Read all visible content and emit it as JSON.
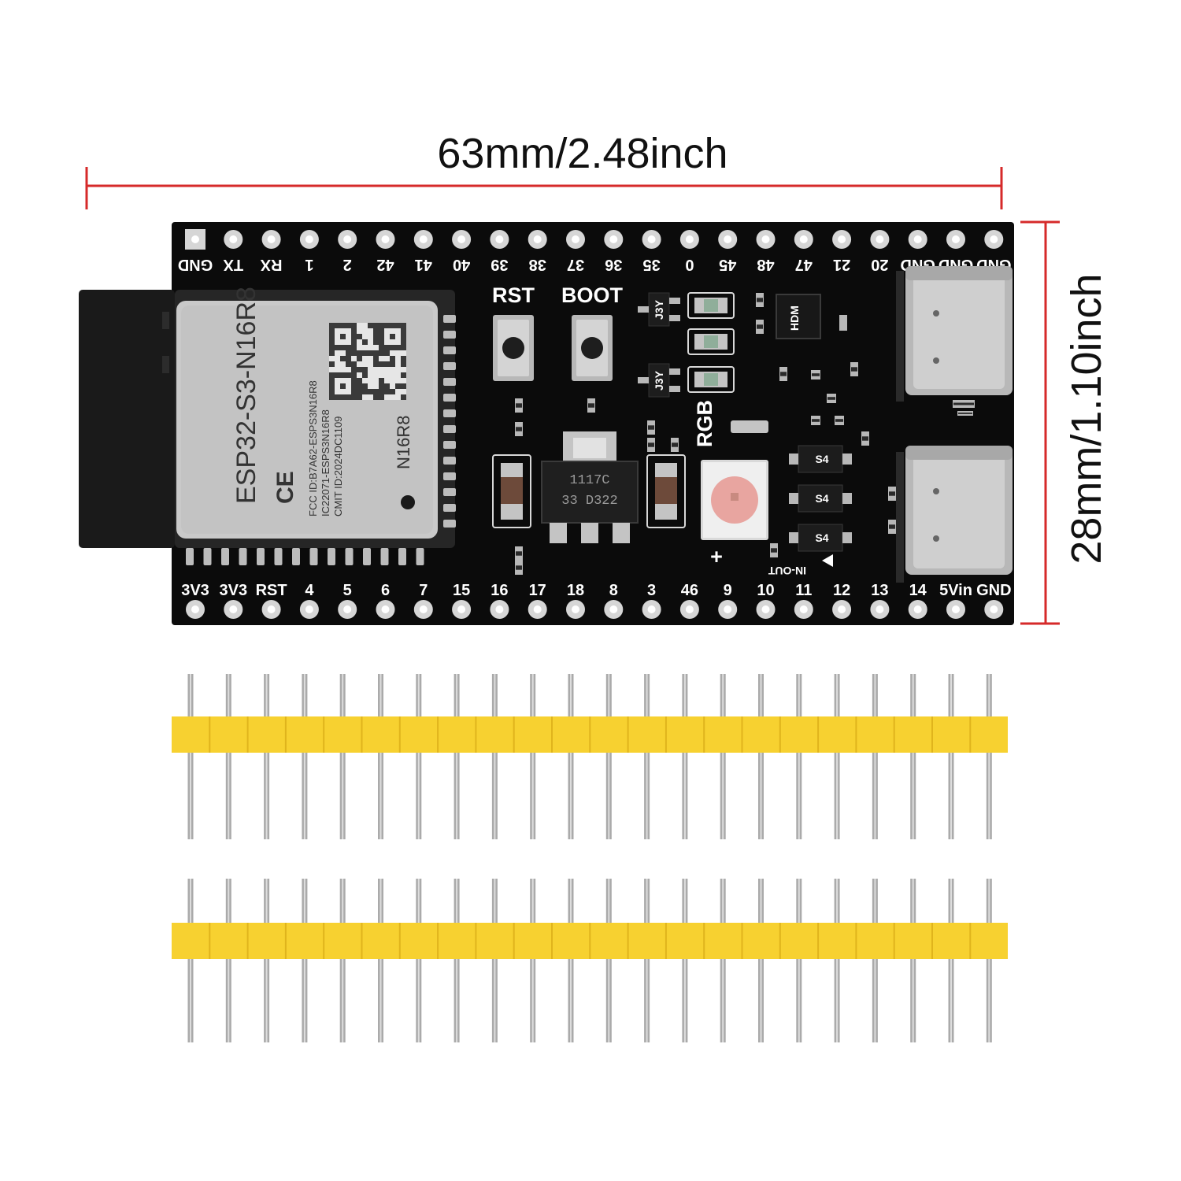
{
  "dimensions": {
    "width_label": "63mm/2.48inch",
    "height_label": "28mm/1.10inch",
    "line_color": "#d62a2a"
  },
  "board": {
    "color": "#0b0b0b",
    "top_pins": [
      "GND",
      "TX",
      "RX",
      "1",
      "2",
      "42",
      "41",
      "40",
      "39",
      "38",
      "37",
      "36",
      "35",
      "0",
      "45",
      "48",
      "47",
      "21",
      "20",
      "GND",
      "GND",
      "GND"
    ],
    "bottom_pins": [
      "3V3",
      "3V3",
      "RST",
      "4",
      "5",
      "6",
      "7",
      "15",
      "16",
      "17",
      "18",
      "8",
      "3",
      "46",
      "9",
      "10",
      "11",
      "12",
      "13",
      "14",
      "5Vin",
      "GND"
    ],
    "buttons": {
      "reset": "RST",
      "boot": "BOOT"
    },
    "rgb_label": "RGB",
    "in_out_label": "IN-OUT",
    "regulator": {
      "line1": "1117C",
      "line2": "33 D322"
    },
    "diode_code": "S4",
    "transistor_code": "J3Y",
    "ic_code": "HDM"
  },
  "module": {
    "title": "ESP32-S3-N16R8",
    "fcc": "FCC ID:B7A62-ESPS3N16R8",
    "ic": "IC22071-ESPS3N16R8",
    "cmit": "CMIT ID:2024DC1109",
    "variant": "N16R8",
    "ce_mark": "CE"
  },
  "headers": {
    "count": 2,
    "pins_per_row": 22,
    "color": "#f7d130"
  }
}
